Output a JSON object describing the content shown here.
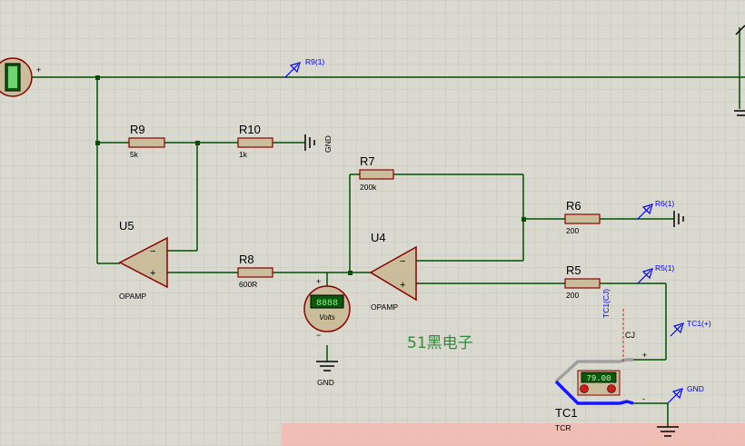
{
  "watermark": "51黑电子",
  "colors": {
    "background": "#d9d9cf",
    "grid": "#c6c6bc",
    "wire": "#005000",
    "component": "#8b0000",
    "component_fill": "#c9bd9c",
    "probe": "#0000ff",
    "watermark": "#2e8b3a",
    "highlight": "#f2b8b0"
  },
  "components": {
    "r9": {
      "ref": "R9",
      "value": "5k"
    },
    "r10": {
      "ref": "R10",
      "value": "1k"
    },
    "r7": {
      "ref": "R7",
      "value": "200k"
    },
    "r6": {
      "ref": "R6",
      "value": "200"
    },
    "r8": {
      "ref": "R8",
      "value": "600R"
    },
    "r5": {
      "ref": "R5",
      "value": "200"
    },
    "u5": {
      "ref": "U5",
      "type": "OPAMP"
    },
    "u4": {
      "ref": "U4",
      "type": "OPAMP"
    },
    "tc1": {
      "ref": "TC1",
      "type": "TCR",
      "reading": "79.00",
      "cj_label": "CJ",
      "plus": "+",
      "minus": "-"
    },
    "voltmeter": {
      "label": "Volts",
      "reading": "8888",
      "plus": "+",
      "minus": "−"
    },
    "left_meter": {
      "plus": "+"
    }
  },
  "ground_labels": {
    "r10_gnd": "GND",
    "volt_gnd": "GND"
  },
  "probes": {
    "r9_1": "R9(1)",
    "r6_1": "R6(1)",
    "r5_1": "R5(1)",
    "tc1_cj": "TC1(CJ)",
    "tc1_plus": "TC1(+)",
    "gnd": "GND"
  }
}
